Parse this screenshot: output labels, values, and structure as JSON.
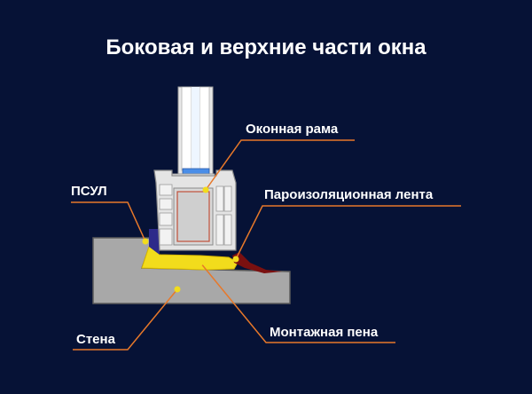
{
  "title": "Боковая и верхние части окна",
  "labels": {
    "frame": "Оконная рама",
    "psul": "ПСУЛ",
    "vapor_tape": "Пароизоляционная лента",
    "wall": "Стена",
    "foam": "Монтажная пена"
  },
  "colors": {
    "background": "#061236",
    "leader_line": "#e7782a",
    "wall": "#a8a8a8",
    "foam": "#f2dc1c",
    "psul": "#2d2a8a",
    "frame": "#e8e8e8",
    "glass": "#78b6ff"
  }
}
